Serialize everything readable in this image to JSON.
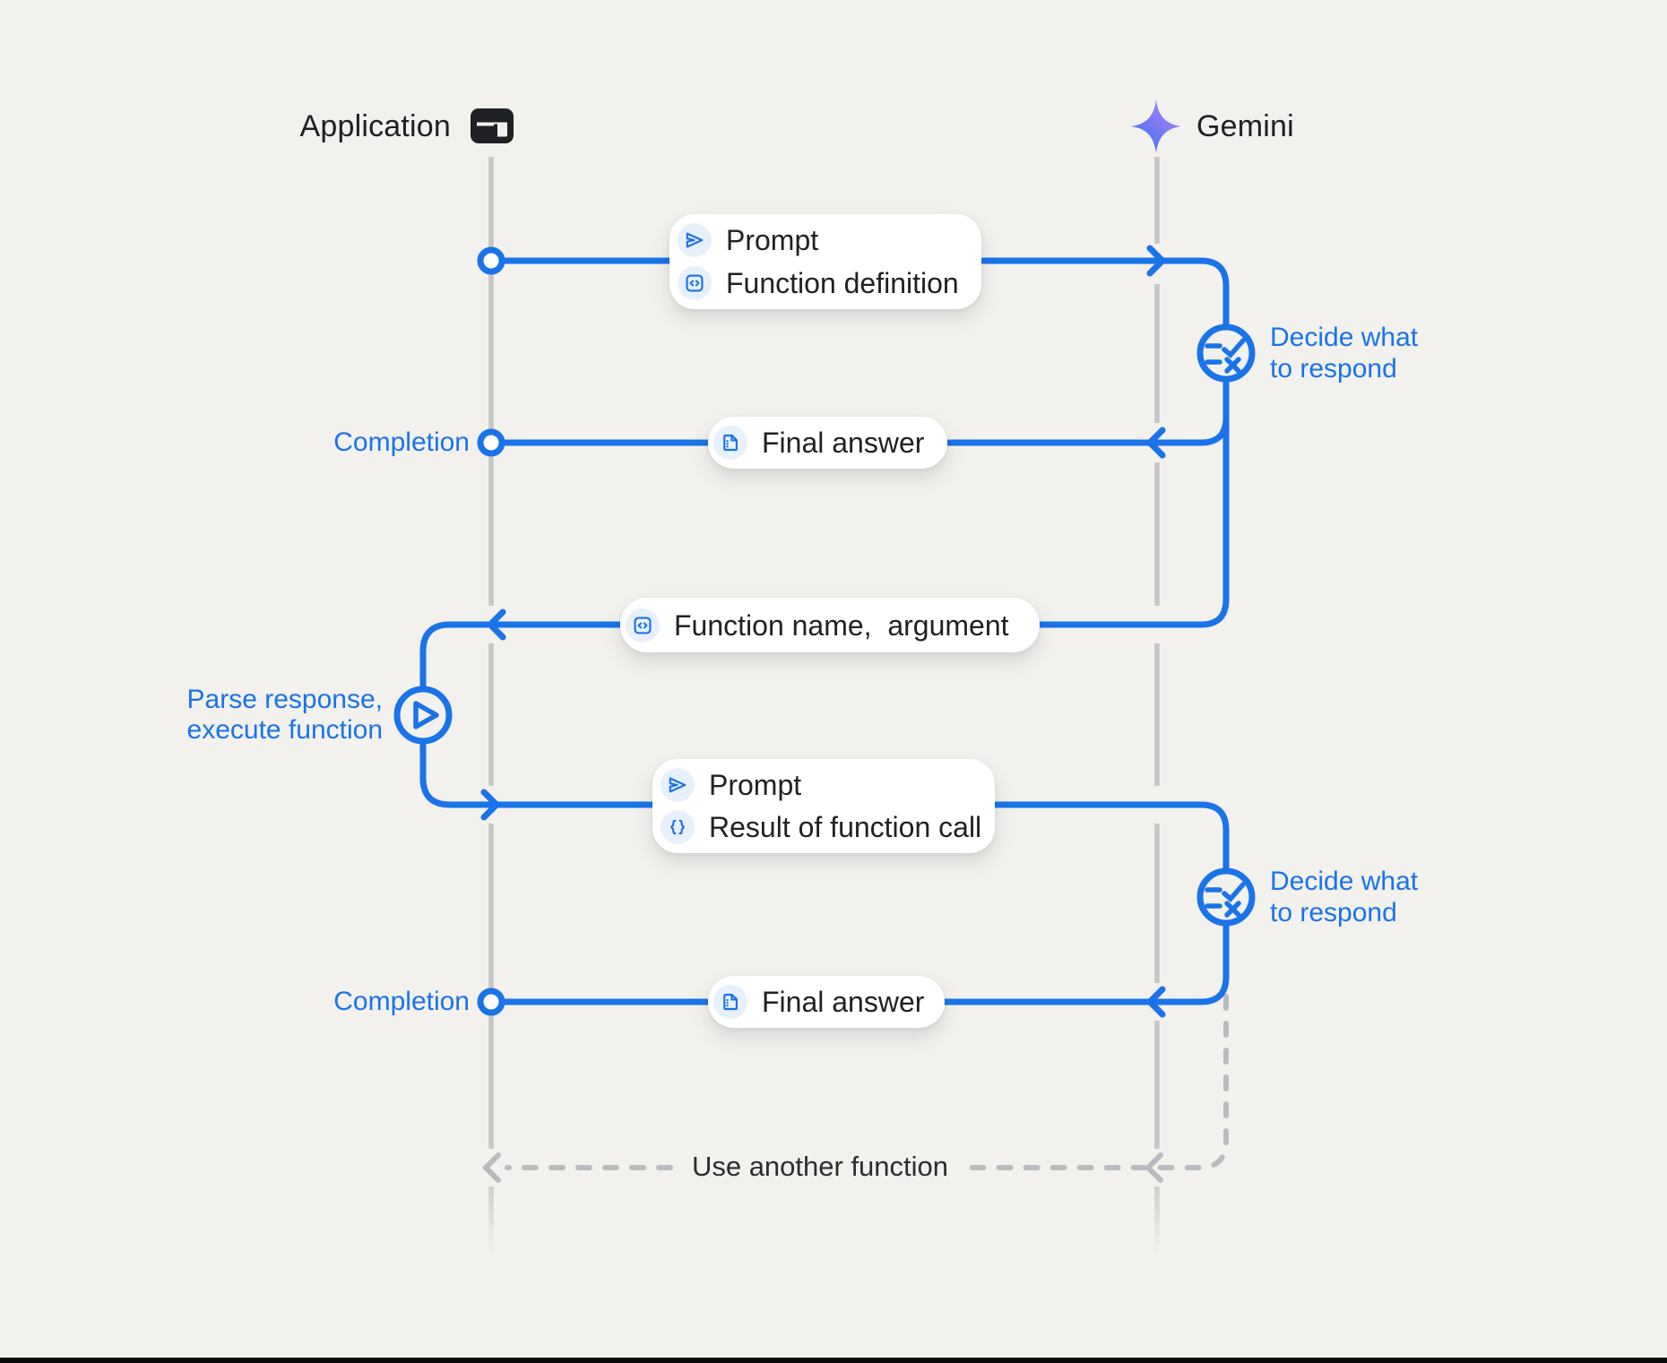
{
  "diagram": {
    "title_hint": "Gemini function-calling sequence diagram",
    "actors": [
      {
        "name": "Application",
        "icon": "app-window-icon"
      },
      {
        "name": "Gemini",
        "icon": "gemini-sparkle-icon"
      }
    ],
    "messages": [
      {
        "from": "Application",
        "to": "Gemini",
        "style": "solid",
        "rows": [
          {
            "icon": "send-icon",
            "label": "Prompt"
          },
          {
            "icon": "code-block-icon",
            "label": "Function definition"
          }
        ]
      },
      {
        "from": "Gemini",
        "to": "Application",
        "style": "solid",
        "completion_label": "Completion",
        "rows": [
          {
            "icon": "document-icon",
            "label": "Final answer"
          }
        ]
      },
      {
        "from": "Gemini",
        "to": "Application",
        "style": "solid",
        "rows": [
          {
            "icon": "code-block-icon",
            "label": "Function name,  argument"
          }
        ]
      },
      {
        "from": "Application",
        "to": "Gemini",
        "style": "solid",
        "rows": [
          {
            "icon": "send-icon",
            "label": "Prompt"
          },
          {
            "icon": "braces-icon",
            "label": "Result of function call"
          }
        ]
      },
      {
        "from": "Gemini",
        "to": "Application",
        "style": "solid",
        "completion_label": "Completion",
        "rows": [
          {
            "icon": "document-icon",
            "label": "Final answer"
          }
        ]
      },
      {
        "from": "Gemini",
        "to": "Application",
        "style": "dashed",
        "label": "Use another function"
      }
    ],
    "annotations": [
      {
        "id": "decide-1",
        "icon": "rule-icon",
        "line1": "Decide what",
        "line2": "to respond"
      },
      {
        "id": "parse",
        "icon": "play-circle-icon",
        "line1": "Parse response,",
        "line2": "execute function"
      },
      {
        "id": "decide-2",
        "icon": "rule-icon",
        "line1": "Decide what",
        "line2": "to respond"
      }
    ],
    "colors": {
      "accent_blue": "#1a73e8",
      "icon_chip_bg": "#e8f0fe",
      "lifeline_gray": "#c4c7c5",
      "dashed_gray": "#b9bcbe",
      "text_dark": "#202124",
      "background": "#f2f1ee",
      "sparkle_gradient": [
        "#2579f7",
        "#7a77f2",
        "#aa93f5"
      ]
    }
  }
}
